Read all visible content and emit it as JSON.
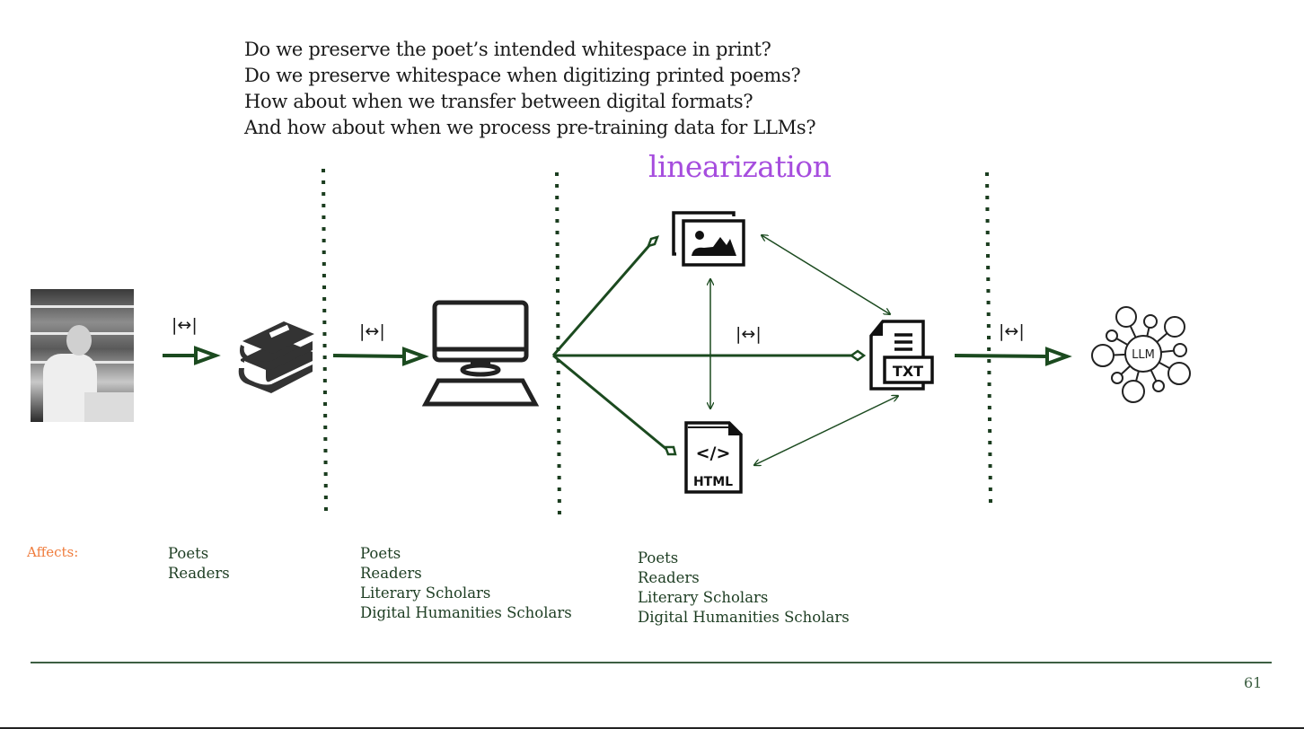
{
  "questions": [
    "Do we preserve the poet’s intended whitespace in print?",
    "Do we preserve whitespace when digitizing printed poems?",
    "How about when we transfer between digital formats?",
    "And how about when we process pre-training data for LLMs?"
  ],
  "title": "linearization",
  "whitespace_symbol": "|↔|",
  "nodes": {
    "poet_photo": "poet-photo",
    "books": "books-icon",
    "computer": "computer-icon",
    "image": "image-file-icon",
    "html": {
      "icon": "html-file-icon",
      "label": "HTML",
      "code": "</>"
    },
    "txt": {
      "icon": "txt-file-icon",
      "label": "TXT"
    },
    "llm": {
      "icon": "llm-network-icon",
      "label": "LLM"
    }
  },
  "affects": {
    "label": "Affects:",
    "groups": [
      {
        "items": [
          "Poets",
          "Readers"
        ]
      },
      {
        "items": [
          "Poets",
          "Readers",
          "Literary Scholars",
          "Digital Humanities Scholars"
        ]
      },
      {
        "items": [
          "Poets",
          "Readers",
          "Literary Scholars",
          "Digital Humanities Scholars"
        ]
      }
    ]
  },
  "colors": {
    "arrow": "#1b4a1f",
    "title": "#a64dde",
    "affects_label": "#ef7b3b",
    "affects_text": "#1d3d22",
    "rule": "#3d5f42"
  },
  "page_number": "61"
}
